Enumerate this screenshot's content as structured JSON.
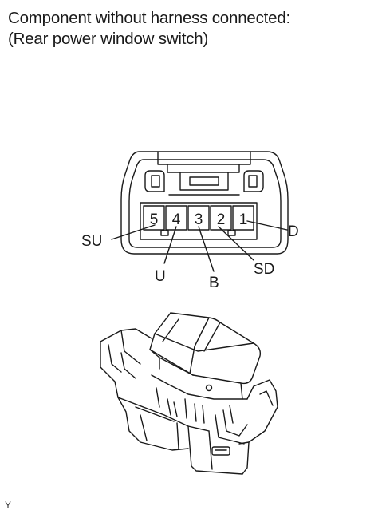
{
  "caption": {
    "line1": "Component without harness connected:",
    "line2": "(Rear power window switch)"
  },
  "connector": {
    "pins": [
      "5",
      "4",
      "3",
      "2",
      "1"
    ]
  },
  "labels": {
    "su": "SU",
    "u": "U",
    "b": "B",
    "sd": "SD",
    "d": "D"
  },
  "footer_code": "Y"
}
